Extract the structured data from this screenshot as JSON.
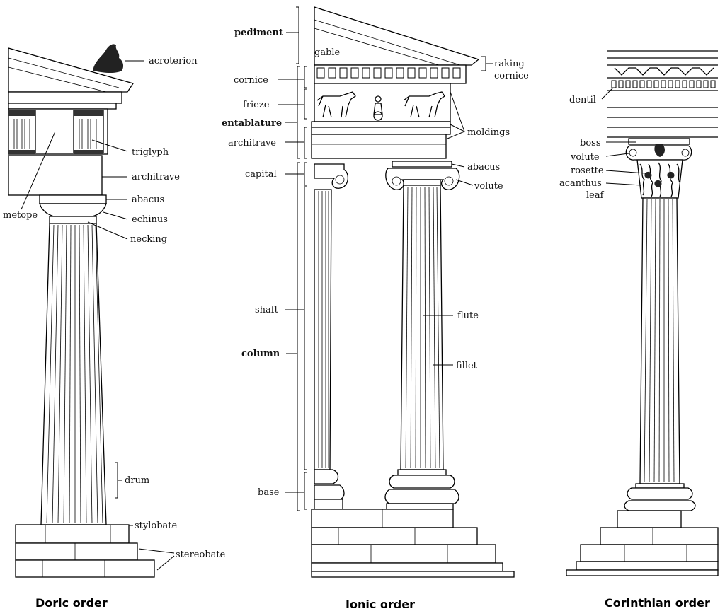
{
  "doric": {
    "caption": "Doric order",
    "labels": {
      "acroterion": "acroterion",
      "triglyph": "triglyph",
      "architrave": "architrave",
      "abacus": "abacus",
      "metope": "metope",
      "echinus": "echinus",
      "necking": "necking",
      "drum": "drum",
      "stylobate": "stylobate",
      "stereobate": "stereobate"
    }
  },
  "ionic": {
    "caption": "Ionic order",
    "labels": {
      "pediment": "pediment",
      "gable": "gable",
      "raking_cornice_1": "raking",
      "raking_cornice_2": "cornice",
      "cornice": "cornice",
      "frieze": "frieze",
      "entablature": "entablature",
      "architrave": "architrave",
      "moldings": "moldings",
      "capital": "capital",
      "abacus": "abacus",
      "volute": "volute",
      "shaft": "shaft",
      "flute": "flute",
      "fillet": "fillet",
      "column": "column",
      "base": "base"
    }
  },
  "corinthian": {
    "caption": "Corinthian order",
    "labels": {
      "dentil": "dentil",
      "boss": "boss",
      "volute": "volute",
      "rosette": "rosette",
      "acanthus_1": "acanthus",
      "acanthus_2": "leaf"
    }
  }
}
